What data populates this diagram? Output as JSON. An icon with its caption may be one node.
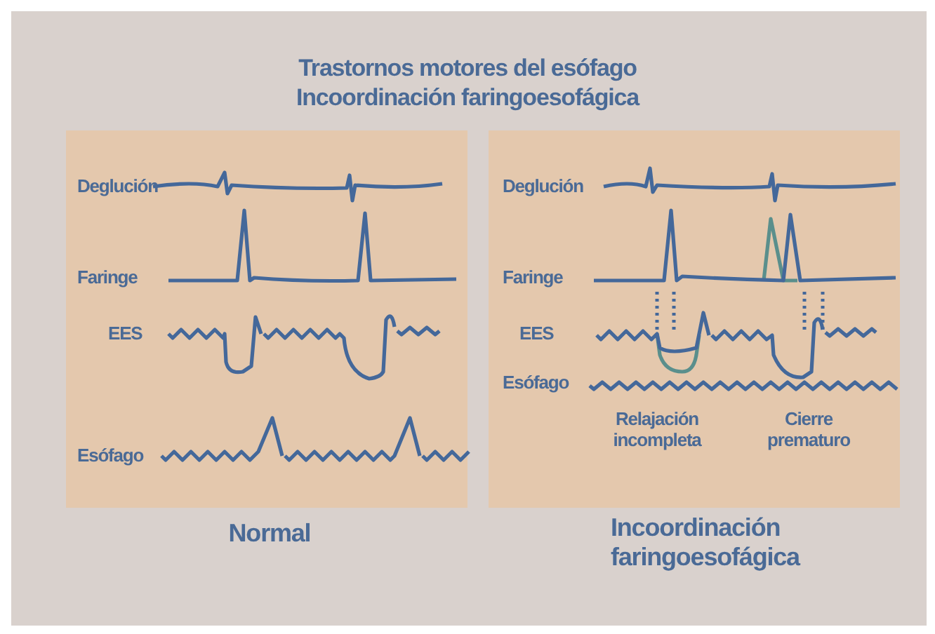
{
  "diagram": {
    "title": "Trastornos motores del esófago Incoordinación faringoesofágica",
    "nodes": [
      {
        "text": [
          "Deglución",
          "Faringe",
          "EES",
          "Esófago"
        ],
        "beside": [
          "Normal"
        ]
      },
      {
        "text": [
          "Deglución",
          "Faringe",
          "EES",
          "Esófago",
          "Relajación incompleta",
          "Cierre prematuro"
        ],
        "beside": [
          "Incoordinación faringoesofágica"
        ]
      }
    ]
  }
}
